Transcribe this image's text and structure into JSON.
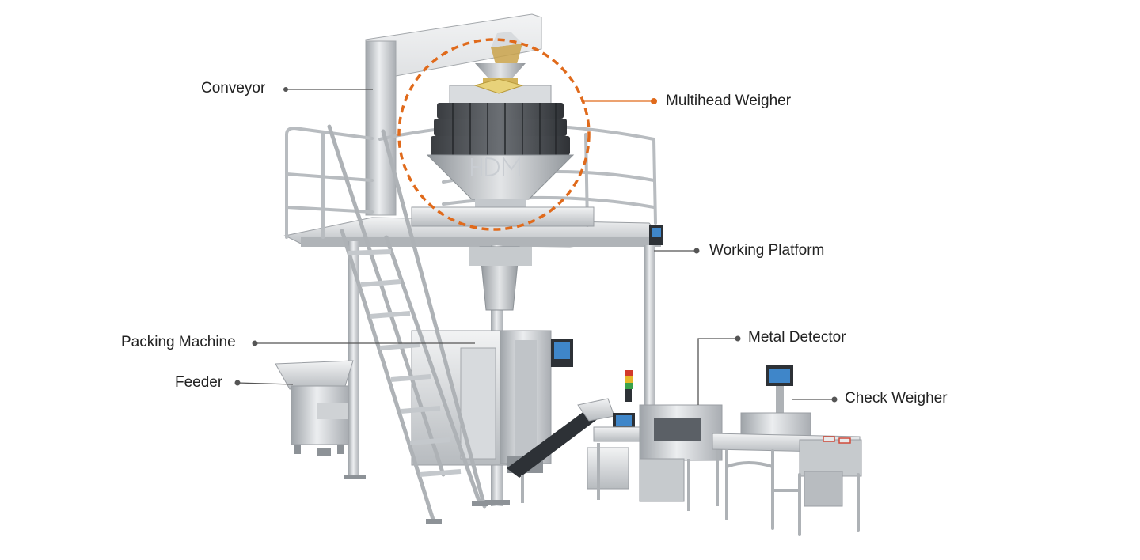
{
  "labels": {
    "conveyor": "Conveyor",
    "multihead_weigher": "Multihead Weigher",
    "working_platform": "Working Platform",
    "packing_machine": "Packing Machine",
    "metal_detector": "Metal Detector",
    "feeder": "Feeder",
    "check_weigher": "Check Weigher"
  },
  "colors": {
    "accent": "#e06a1b",
    "leader": "#555555",
    "steel_light": "#e4e6e8",
    "steel_mid": "#b9bdc1",
    "steel_dark": "#7c8187",
    "screen": "#3f86c9"
  },
  "brand_watermark": "HDM"
}
